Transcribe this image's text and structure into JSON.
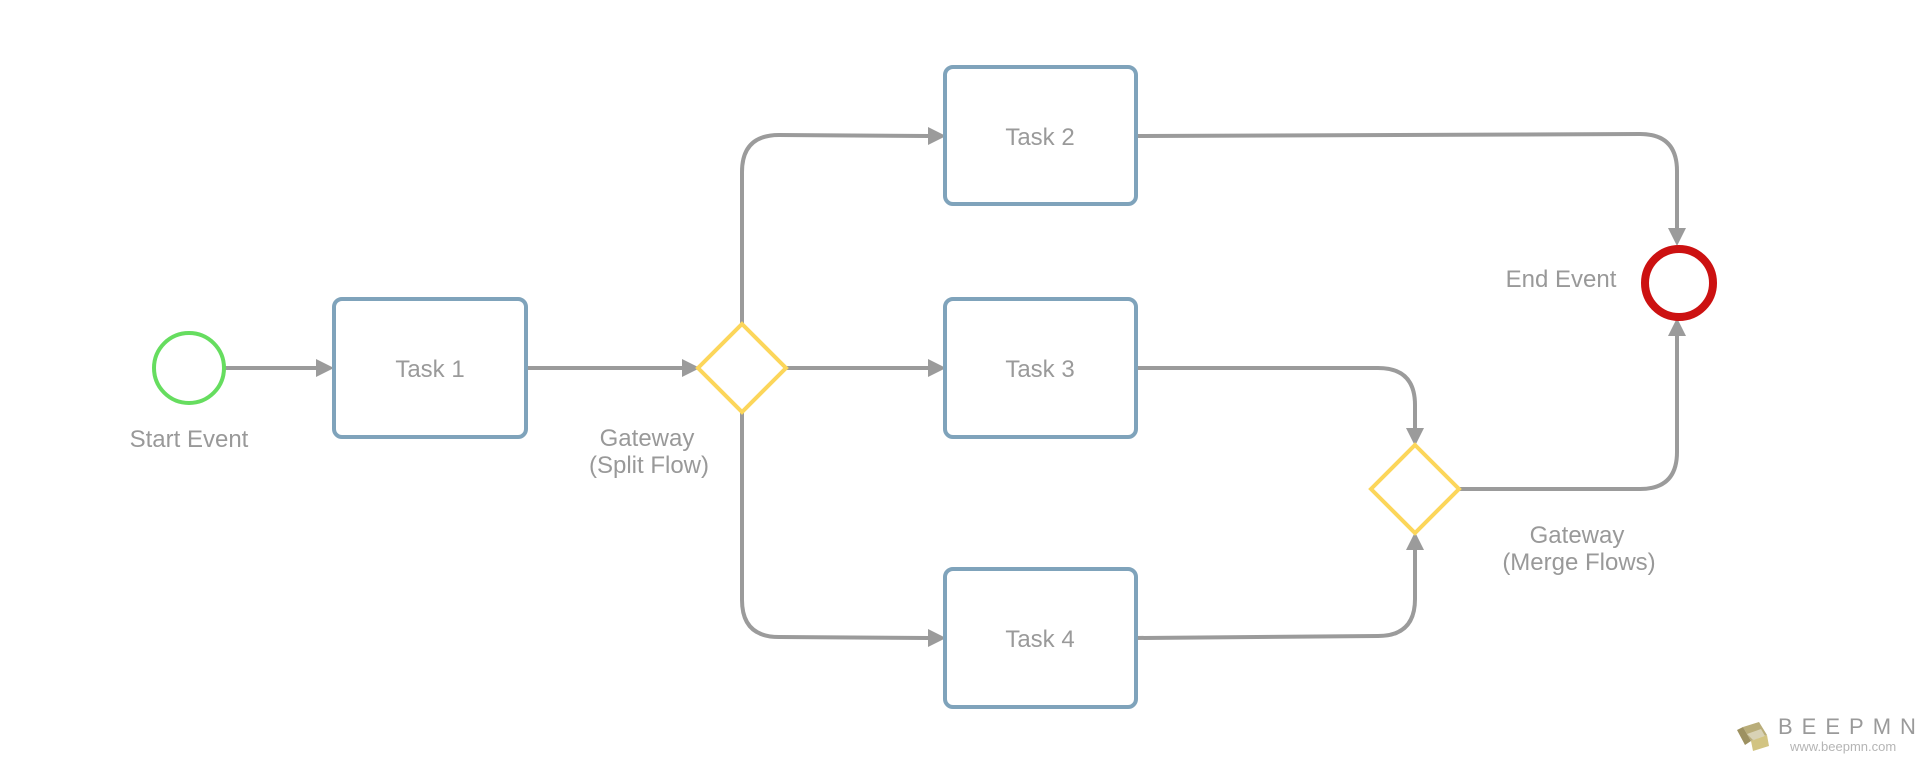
{
  "diagram": {
    "start_event": {
      "label": "Start Event",
      "color": "#66dd5f"
    },
    "end_event": {
      "label": "End Event",
      "color": "#cc1111"
    },
    "tasks": [
      {
        "label": "Task 1"
      },
      {
        "label": "Task 2"
      },
      {
        "label": "Task 3"
      },
      {
        "label": "Task 4"
      }
    ],
    "split_gateway": {
      "line1": "Gateway",
      "line2": "(Split Flow)"
    },
    "merge_gateway": {
      "line1": "Gateway",
      "line2": "(Merge Flows)"
    },
    "colors": {
      "task_border": "#7fa3bb",
      "gateway_border": "#fcd65a",
      "flow": "#9b9b9b",
      "text": "#999999"
    }
  },
  "branding": {
    "logo_text": "BEEPMN",
    "url": "www.beepmn.com",
    "logo_icon": "cube-logo-icon"
  }
}
